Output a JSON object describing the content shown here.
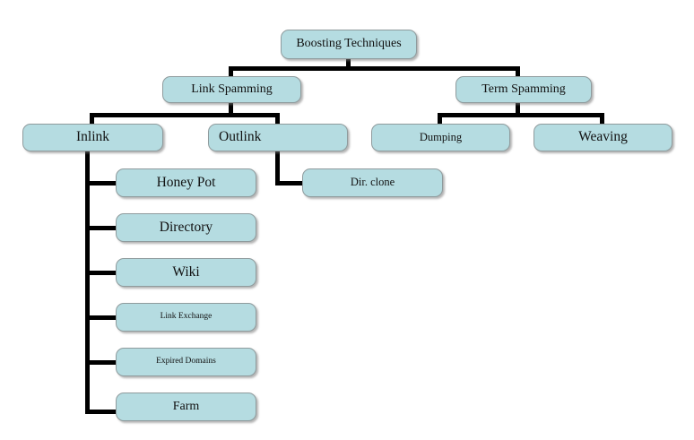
{
  "diagram": {
    "title": "Boosting Techniques",
    "type": "hierarchy-tree",
    "background_color": "#ffffff",
    "node_fill_color": "#b5dce1",
    "node_border_color": "#8f9b9d",
    "connector_color": "#000000",
    "nodes": {
      "root": {
        "label": "Boosting Techniques"
      },
      "link_spamming": {
        "label": "Link Spamming"
      },
      "term_spamming": {
        "label": "Term Spamming"
      },
      "inlink": {
        "label": "Inlink"
      },
      "outlink": {
        "label": "Outlink"
      },
      "dumping": {
        "label": "Dumping"
      },
      "weaving": {
        "label": "Weaving"
      },
      "dir_clone": {
        "label": "Dir. clone"
      },
      "honey_pot": {
        "label": "Honey Pot"
      },
      "directory": {
        "label": "Directory"
      },
      "wiki": {
        "label": "Wiki"
      },
      "link_exchange": {
        "label": "Link Exchange"
      },
      "expired_domains": {
        "label": "Expired Domains"
      },
      "farm": {
        "label": "Farm"
      }
    }
  }
}
